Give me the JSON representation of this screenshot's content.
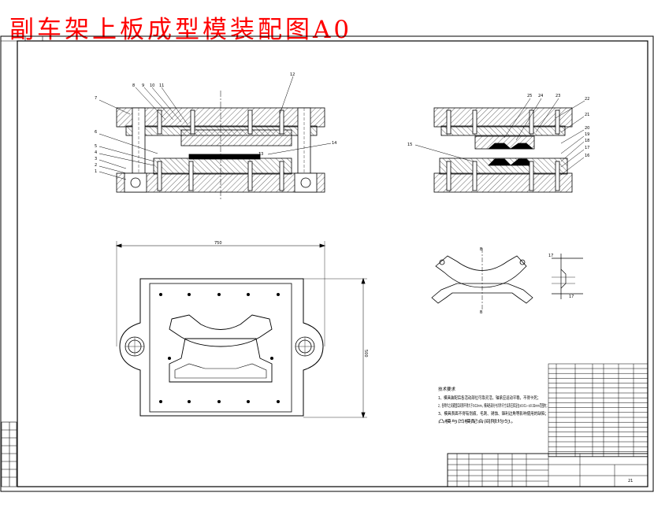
{
  "title": "副车架上板成型模装配图A0",
  "dimensions": {
    "overall_width": "750",
    "overall_height": "500",
    "detail_a": "17",
    "detail_b": "17"
  },
  "part_labels": {
    "front_view_left": [
      "7",
      "6",
      "5",
      "4",
      "3",
      "2",
      "1"
    ],
    "front_view_top": [
      "8",
      "9",
      "10",
      "11",
      "12"
    ],
    "front_view_right": [
      "14"
    ],
    "front_view_center": [
      "13"
    ],
    "side_view_top": [
      "25",
      "24",
      "23",
      "22"
    ],
    "side_view_right": [
      "21",
      "20",
      "19",
      "18",
      "17",
      "16"
    ],
    "side_view_left": [
      "15"
    ]
  },
  "section_markers": {
    "top": "B",
    "bottom": "B"
  },
  "technical_requirements": {
    "heading": "技术要求",
    "items": [
      "1、模具装配后各活动部位可靠灵活，轴承应运动平稳，不得卡死；",
      "2、各零件之间紧固后间隙不得大于0.02mm，模具各部分与凹件尺寸关系应保证在±0.01—±0.02mm范围内；",
      "3、模具表面不得有划痕、毛刺、锈蚀、锋利边角等影响使用的缺陷；",
      "凸模与凹模配合间隙均匀。"
    ]
  },
  "title_block": {
    "sheet_number": "21"
  },
  "colors": {
    "title": "#ff0000",
    "line": "#000000",
    "background": "#ffffff"
  }
}
